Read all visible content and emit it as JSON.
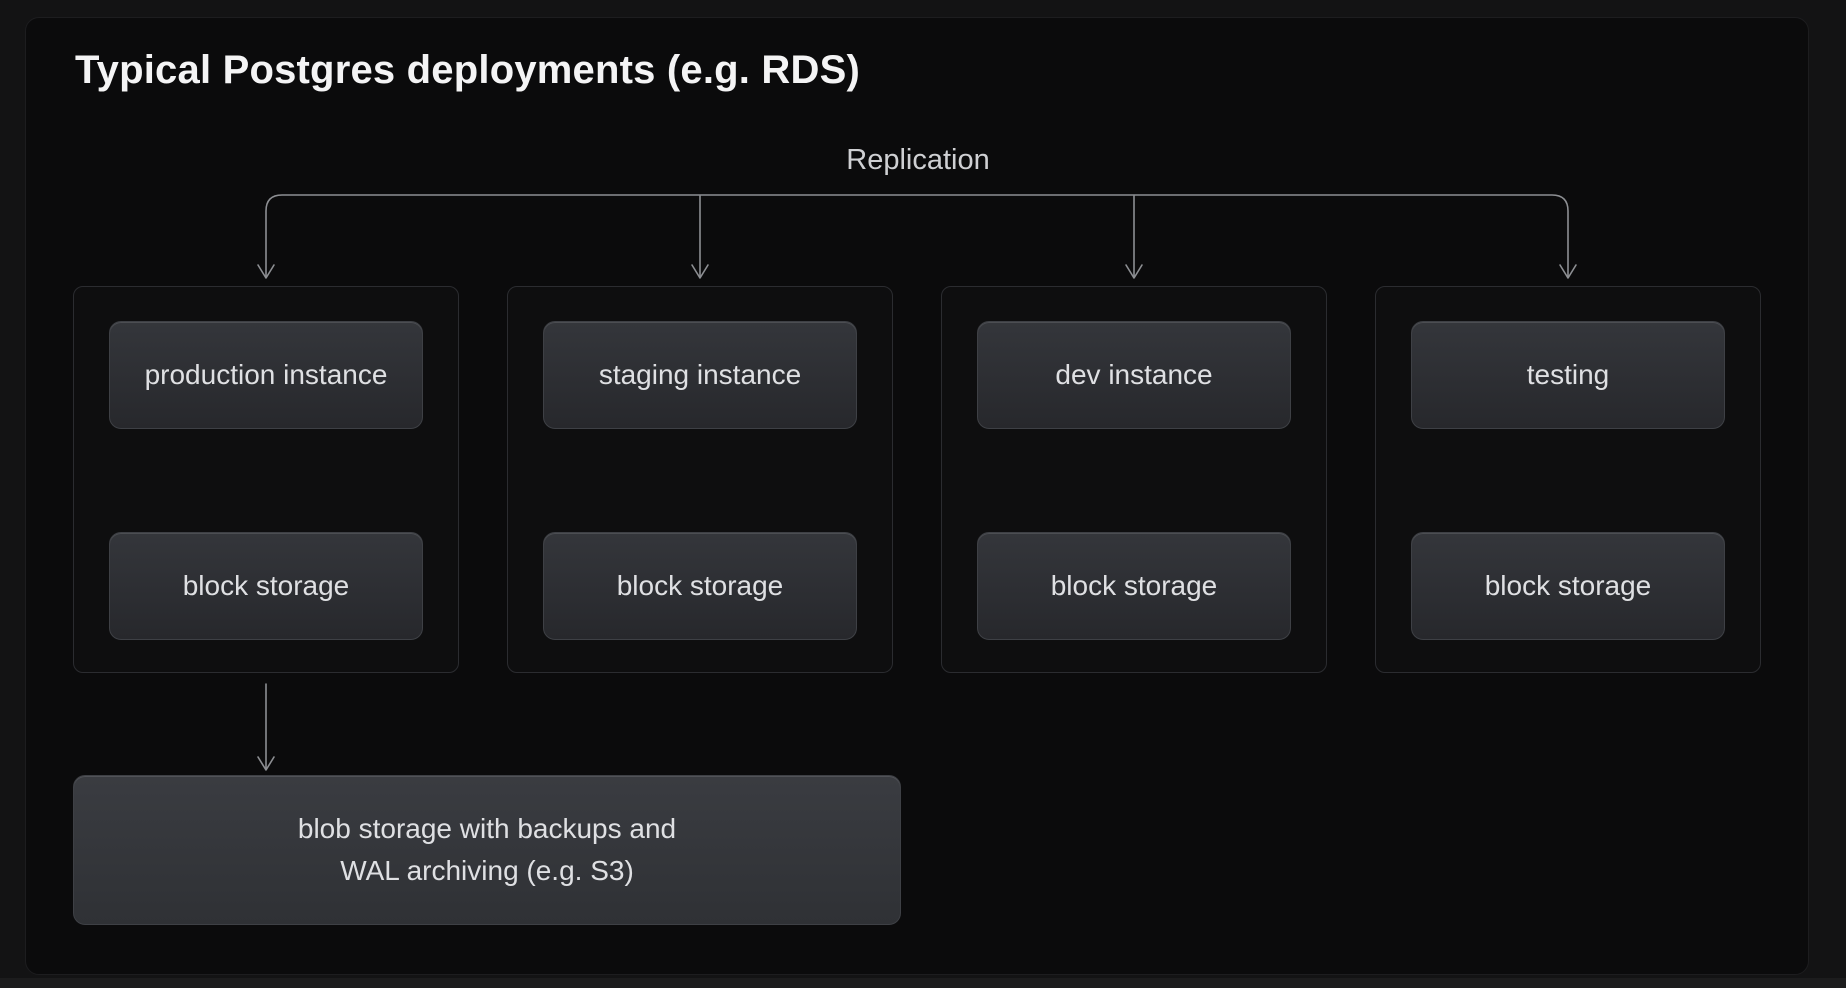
{
  "title": "Typical Postgres deployments (e.g. RDS)",
  "replication": {
    "label": "Replication"
  },
  "columns": [
    {
      "instance_label": "production instance",
      "storage_label": "block storage"
    },
    {
      "instance_label": "staging instance",
      "storage_label": "block storage"
    },
    {
      "instance_label": "dev instance",
      "storage_label": "block storage"
    },
    {
      "instance_label": "testing",
      "storage_label": "block storage"
    }
  ],
  "blob_box": {
    "line1": "blob storage with backups and",
    "line2": "WAL archiving (e.g. S3)"
  },
  "colors": {
    "backdrop": "#131314",
    "background": "#0b0b0c",
    "outer_box_fill": "#0e0e0f",
    "outer_box_border": "#2b2c30",
    "box_fill_top": "#34363b",
    "box_fill_bottom": "#27282c",
    "box_border": "#3e4045",
    "blob_fill_top": "#3a3c41",
    "blob_fill_bottom": "#2f3135",
    "arrow": "#8d8f93",
    "title_text": "#f4f4f5",
    "label_text": "#dfe0e3",
    "muted_text": "#cfd0d3",
    "footer_strip": "#1c1c1d"
  }
}
